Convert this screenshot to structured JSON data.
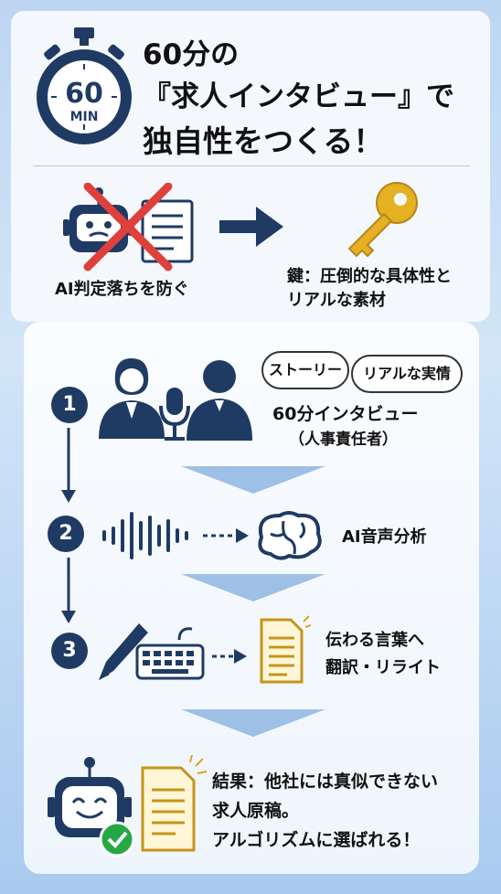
{
  "header": {
    "badge_number": "60",
    "badge_unit": "MIN",
    "title_line1": "60分の",
    "title_line2": "『求人インタビュー』で",
    "title_line3": "独自性をつくる！"
  },
  "problem": {
    "left_label": "AI判定落ちを防ぐ",
    "right_label_line1": "鍵：圧倒的な具体性と",
    "right_label_line2": "リアルな素材"
  },
  "steps": [
    {
      "number": "1",
      "bubble1": "ストーリー",
      "bubble2": "リアルな実情",
      "label_line1": "60分インタビュー",
      "label_line2": "（人事責任者）"
    },
    {
      "number": "2",
      "label": "AI音声分析"
    },
    {
      "number": "3",
      "label_line1": "伝わる言葉へ",
      "label_line2": "翻訳・リライト"
    }
  ],
  "result": {
    "line1": "結果：他社には真似できない",
    "line2": "求人原稿。",
    "line3": "アルゴリズムに選ばれる！"
  },
  "colors": {
    "navy": "#1f3b64",
    "red": "#e0403b",
    "gold": "#d9a81e",
    "green": "#27a844"
  }
}
